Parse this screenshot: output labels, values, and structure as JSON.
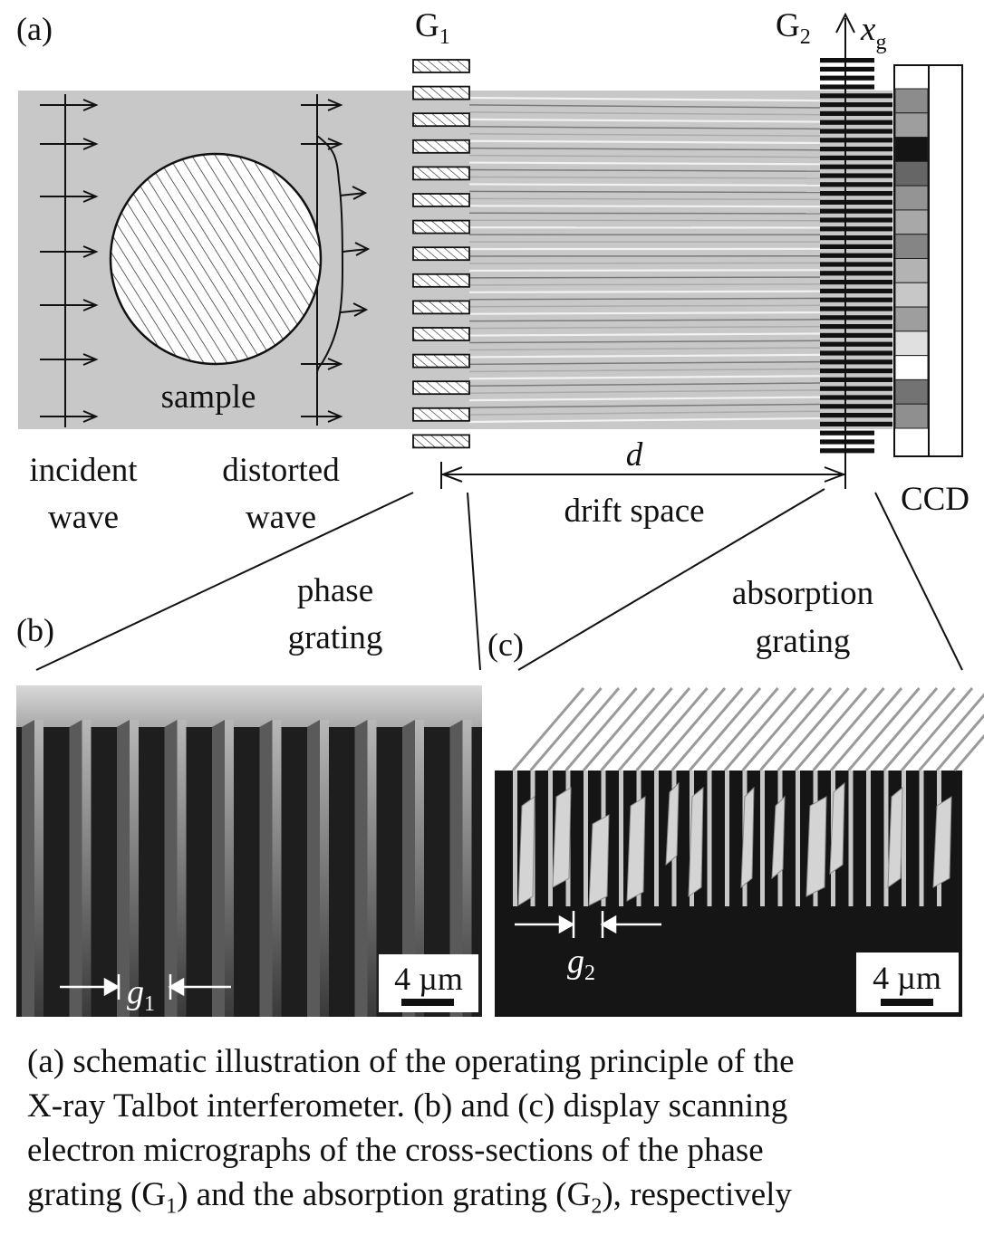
{
  "panel_a": {
    "tag": "(a)",
    "g1_letter": "G",
    "g1_sub": "1",
    "g2_letter": "G",
    "g2_sub": "2",
    "axis_letter": "x",
    "axis_sub": "g",
    "sample": "sample",
    "incident_line1": "incident",
    "incident_line2": "wave",
    "distorted_line1": "distorted",
    "distorted_line2": "wave",
    "distance": "d",
    "drift": "drift space",
    "ccd": "CCD",
    "ccd_pixel_levels": [
      0.55,
      0.62,
      0.08,
      0.4,
      0.58,
      0.66,
      0.52,
      0.7,
      0.78,
      0.62,
      0.88,
      1.0,
      0.45,
      0.56
    ]
  },
  "panel_b": {
    "tag": "(b)",
    "title_line1": "phase",
    "title_line2": "grating",
    "period_letter": "g",
    "period_sub": "1",
    "scale": "4 µm"
  },
  "panel_c": {
    "tag": "(c)",
    "title_line1": "absorption",
    "title_line2": "grating",
    "period_letter": "g",
    "period_sub": "2",
    "scale": "4 µm"
  },
  "caption": {
    "line1": "(a) schematic illustration of the operating principle of the",
    "line2": "X-ray Talbot interferometer. (b) and (c) display scanning",
    "line3": "electron micrographs of the cross-sections of the phase",
    "line4_a": "grating (G",
    "line4_sub1": "1",
    "line4_b": ") and the absorption grating (G",
    "line4_sub2": "2",
    "line4_c": "), respectively"
  }
}
